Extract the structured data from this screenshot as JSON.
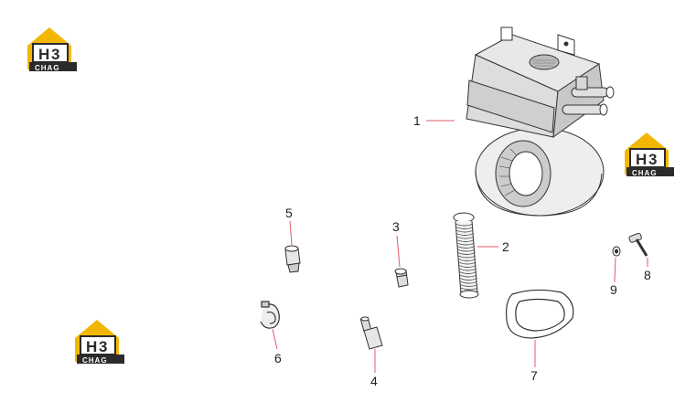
{
  "logo": {
    "text_main": "H3",
    "text_sub": "CHAG",
    "colors": {
      "roof": "#f2b705",
      "dark": "#2b2b2b"
    }
  },
  "callouts": [
    {
      "id": "1",
      "label": "1"
    },
    {
      "id": "2",
      "label": "2"
    },
    {
      "id": "3",
      "label": "3"
    },
    {
      "id": "4",
      "label": "4"
    },
    {
      "id": "5",
      "label": "5"
    },
    {
      "id": "6",
      "label": "6"
    },
    {
      "id": "7",
      "label": "7"
    },
    {
      "id": "8",
      "label": "8"
    },
    {
      "id": "9",
      "label": "9"
    }
  ],
  "colors": {
    "leader": "#e05a6a",
    "stroke": "#333333",
    "fill_light": "#eeeeee",
    "fill_mid": "#bbbbbb"
  }
}
